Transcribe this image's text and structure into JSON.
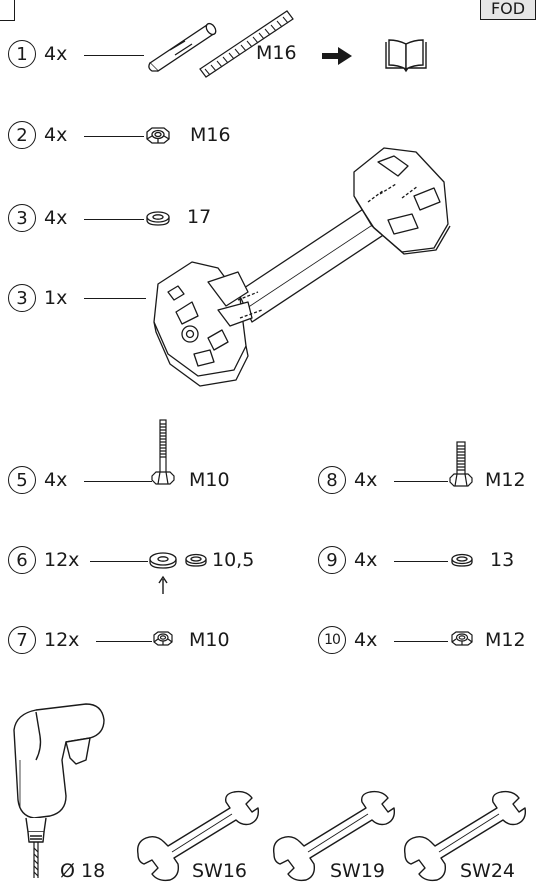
{
  "corner_tag": "FOD",
  "items": [
    {
      "num": "1",
      "qty": "4x",
      "spec": "M16"
    },
    {
      "num": "2",
      "qty": "4x",
      "spec": "M16"
    },
    {
      "num": "3",
      "qty": "4x",
      "spec": "17"
    },
    {
      "num": "3",
      "qty": "1x",
      "spec": ""
    },
    {
      "num": "5",
      "qty": "4x",
      "spec": "M10"
    },
    {
      "num": "6",
      "qty": "12x",
      "spec": "10,5"
    },
    {
      "num": "7",
      "qty": "12x",
      "spec": "M10"
    },
    {
      "num": "8",
      "qty": "4x",
      "spec": "M12"
    },
    {
      "num": "9",
      "qty": "4x",
      "spec": "13"
    },
    {
      "num": "10",
      "qty": "4x",
      "spec": "M12"
    }
  ],
  "tools": {
    "drill_bit": "Ø 18",
    "wrenches": [
      "SW16",
      "SW19",
      "SW24"
    ]
  },
  "icons": {
    "arrow": "right-arrow-icon",
    "manual": "open-book-icon",
    "up_arrow": "up-arrow-icon"
  }
}
